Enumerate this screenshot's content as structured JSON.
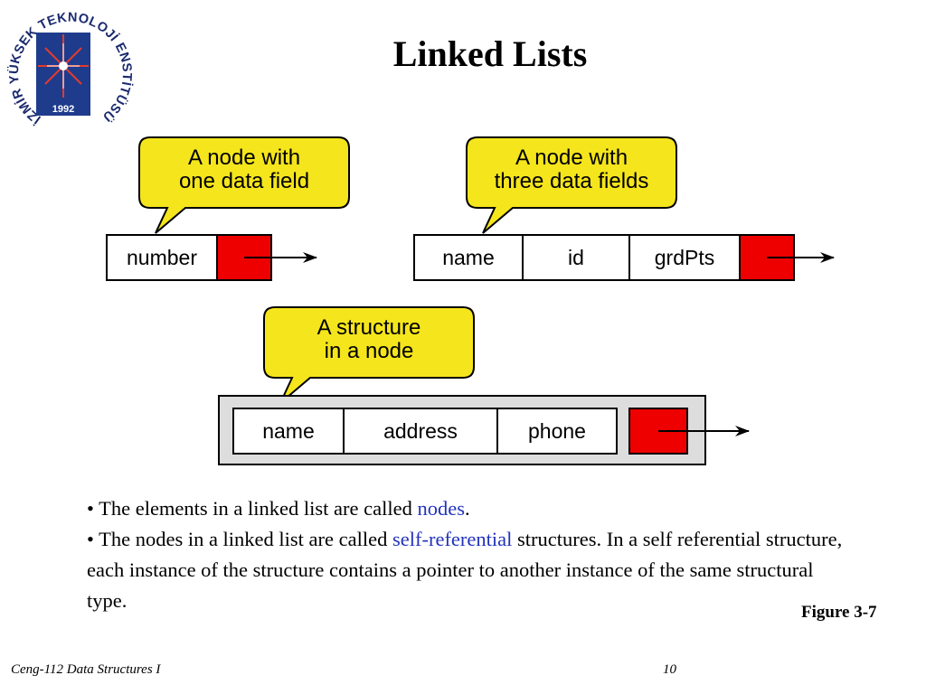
{
  "slide": {
    "title": "Linked Lists",
    "logo": {
      "ring_text": "İZMİR YÜKSEK TEKNOLOJİ ENSTİTÜSÜ",
      "year": "1992"
    },
    "diagram": {
      "node1": {
        "callout_line1": "A node with",
        "callout_line2": "one data field",
        "fields": [
          "number"
        ]
      },
      "node2": {
        "callout_line1": "A node with",
        "callout_line2": "three data fields",
        "fields": [
          "name",
          "id",
          "grdPts"
        ]
      },
      "node3": {
        "callout_line1": "A structure",
        "callout_line2": "in a node",
        "fields": [
          "name",
          "address",
          "phone"
        ]
      },
      "colors": {
        "callout_fill": "#f5e51c",
        "pointer_fill": "#ee0000",
        "structure_fill": "#dddddd",
        "highlight_text": "#2233bb"
      }
    },
    "bullets": {
      "b1_prefix": "• The elements in a linked list are called ",
      "b1_highlight": "nodes",
      "b1_suffix": ".",
      "b2_prefix": "• The nodes in a linked list are called ",
      "b2_highlight": "self-referential",
      "b2_suffix": " structures. In a self referential structure, each instance of the structure contains a pointer to another instance of the same structural type."
    },
    "figure_label": "Figure 3-7",
    "footer": {
      "course": "Ceng-112 Data Structures I",
      "page": "10"
    }
  }
}
